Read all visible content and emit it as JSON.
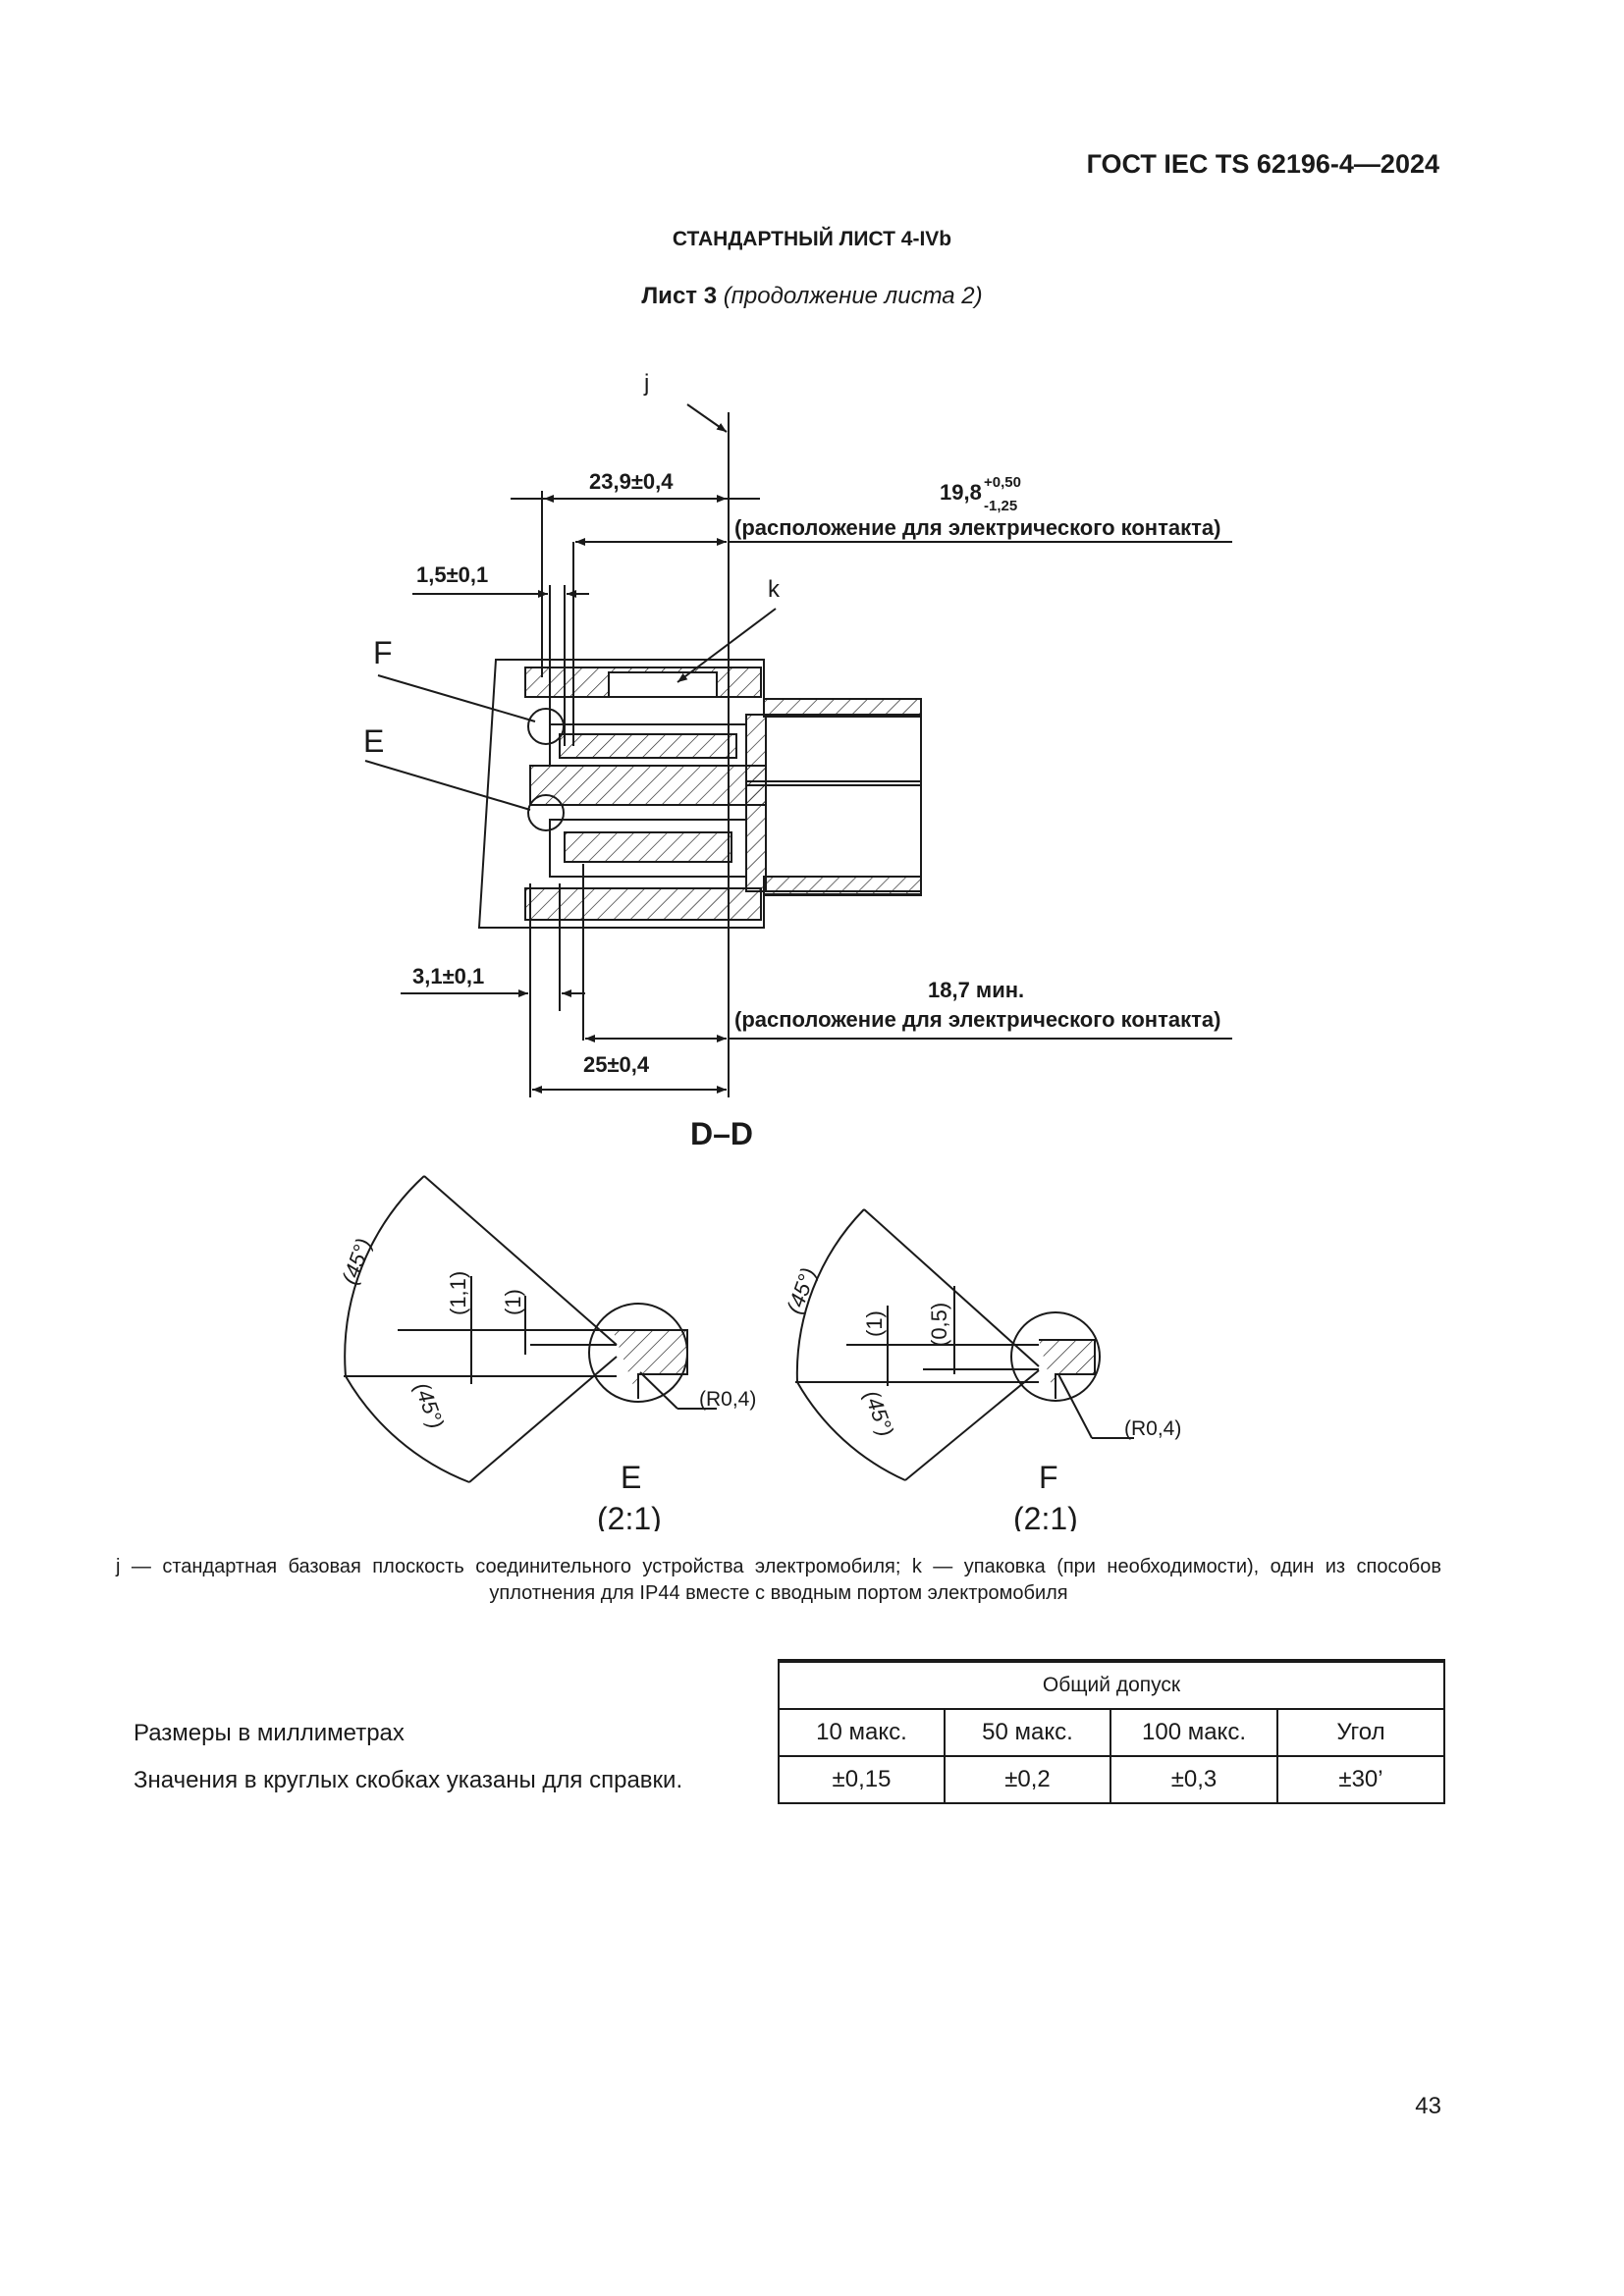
{
  "header": {
    "doc_id": "ГОСТ IEC TS 62196-4—2024"
  },
  "title": "СТАНДАРТНЫЙ ЛИСТ 4-IVb",
  "subtitle": {
    "sheet": "Лист 3",
    "continuation": "(продолжение листа 2)"
  },
  "drawing": {
    "label_j": "j",
    "label_k": "k",
    "label_F": "F",
    "label_E": "E",
    "dim_23_9": "23,9±0,4",
    "dim_19_8": "19,8",
    "dim_19_8_upper": "+0,50",
    "dim_19_8_lower": "-1,25",
    "contact_location_top": "(расположение для электрического контакта)",
    "dim_1_5": "1,5±0,1",
    "dim_3_1": "3,1±0,1",
    "dim_18_7": "18,7 мин.",
    "contact_location_bottom": "(расположение для электрического контакта)",
    "dim_25": "25±0,4",
    "section_label": "D–D"
  },
  "detail_E": {
    "angle_top": "(45°)",
    "angle_bottom": "(45°)",
    "dim_a": "(1,1)",
    "dim_b": "(1)",
    "radius": "(R0,4)",
    "label": "E",
    "scale": "(2:1)"
  },
  "detail_F": {
    "angle_top": "(45°)",
    "angle_bottom": "(45°)",
    "dim_a": "(1)",
    "dim_b": "(0,5)",
    "radius": "(R0,4)",
    "label": "F",
    "scale": "(2:1)"
  },
  "legend": "j — стандартная базовая плоскость соединительного устройства электромобиля; k — упаковка (при необходимости), один из способов уплотнения для IP44 вместе с вводным портом электромобиля",
  "notes": {
    "units": "Размеры в миллиметрах",
    "reference": "Значения в круглых скобках указаны для справки."
  },
  "tolerance_table": {
    "caption": "Общий допуск",
    "headers": [
      "10 макс.",
      "50 макс.",
      "100 макс.",
      "Угол"
    ],
    "values": [
      "±0,15",
      "±0,2",
      "±0,3",
      "±30’"
    ]
  },
  "page_number": "43"
}
